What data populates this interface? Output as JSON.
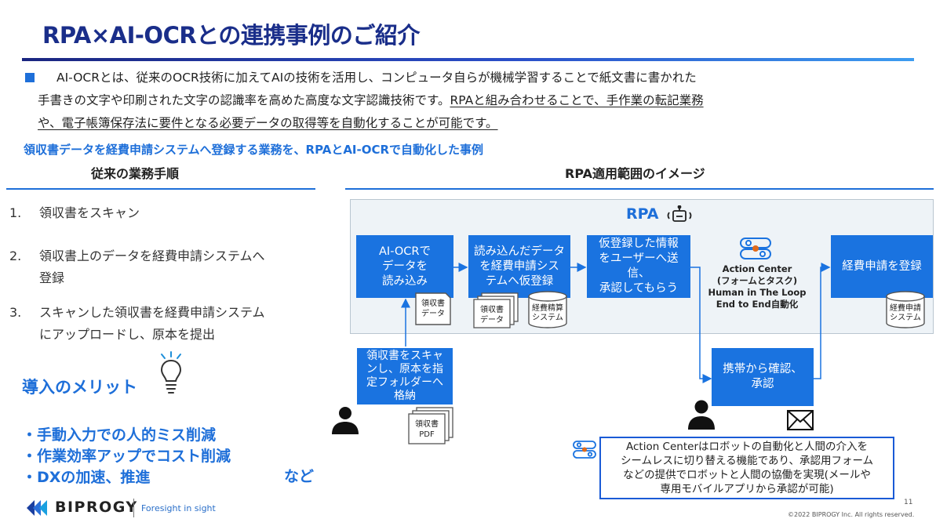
{
  "title": "RPA×AI-OCRとの連携事例のご紹介",
  "intro": {
    "line1": "AI-OCRとは、従来のOCR技術に加えてAIの技術を活用し、コンピュータ自らが機械学習することで紙文書に書かれた",
    "line2_plain": "手書きの文字や印刷された文字の認識率を高めた高度な文字認識技術です。",
    "line2_underlined": "RPAと組み合わせることで、手作業の転記業務",
    "line3_underlined": "や、電子帳簿保存法に要件となる必要データの取得等を自動化することが可能です。"
  },
  "subtitle": "領収書データを経費申請システムへ登録する業務を、RPAとAI-OCRで自動化した事例",
  "left_heading": "従来の業務手順",
  "right_heading": "RPA適用範囲のイメージ",
  "steps": [
    {
      "num": "1.",
      "line1": "領収書をスキャン",
      "line2": ""
    },
    {
      "num": "2.",
      "line1": "領収書上のデータを経費申請システムへ",
      "line2": "登録"
    },
    {
      "num": "3.",
      "line1": "スキャンした領収書を経費申請システム",
      "line2": "にアップロードし、原本を提出"
    }
  ],
  "merits": {
    "title": "導入のメリット",
    "items": [
      "・手動入力での人的ミス削減",
      "・作業効率アップでコスト削減",
      "・DXの加速、推進"
    ],
    "suffix": "など"
  },
  "diagram": {
    "rpa_label": "RPA",
    "box_ocr": [
      "AI-OCRで",
      "データを",
      "読み込み"
    ],
    "box_read": [
      "読み込んだデータ",
      "を経費申請シス",
      "テムへ仮登録"
    ],
    "box_send": [
      "仮登録した情報",
      "をユーザーへ送信、",
      "承認してもらう"
    ],
    "box_register": "経費申請を登録",
    "box_scan": [
      "領収書をスキャ",
      "ンし、原本を指",
      "定フォルダーへ",
      "格納"
    ],
    "box_mobile": [
      "携帯から確認、",
      "承認"
    ],
    "doc_receipt_data": [
      "領収書",
      "データ"
    ],
    "doc_receipt_data2": [
      "領収書",
      "データ"
    ],
    "db_expense": [
      "経費精算",
      "システム"
    ],
    "db_expense2": [
      "経費申請",
      "システム"
    ],
    "doc_pdf": [
      "領収書",
      "PDF"
    ],
    "action_center": [
      "Action Center",
      "(フォームとタスク)",
      "Human in The Loop",
      "End to End自動化"
    ],
    "callout": [
      "Action Centerはロボットの自動化と人間の介入を",
      "シームレスに切り替える機能であり、承認用フォーム",
      "などの提供でロボットと人間の協働を実現(メールや",
      "専用モバイルアプリから承認が可能)"
    ]
  },
  "footer": {
    "logo": "BIPROGY",
    "tagline": "Foresight in sight",
    "page": "11",
    "copyright": "©2022 BIPROGY Inc. All rights reserved."
  },
  "colors": {
    "title": "#1a2e8a",
    "accent": "#1e6fd9",
    "box": "#1a73e0",
    "callout_border": "#1a5bd6"
  }
}
